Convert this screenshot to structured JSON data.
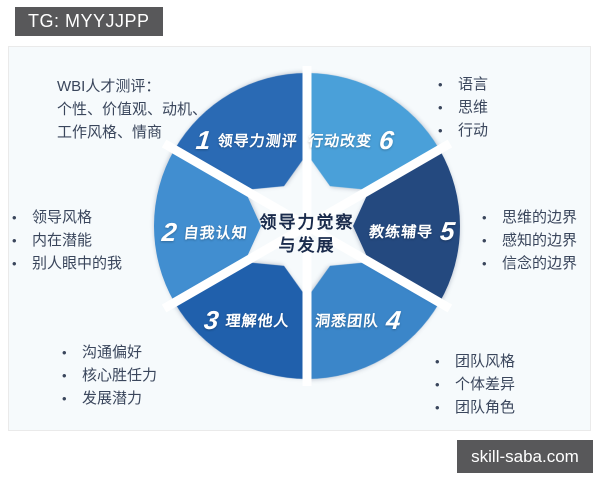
{
  "banner": {
    "text": "TG: MYYJJPP"
  },
  "watermark": {
    "text": "skill-saba.com"
  },
  "colors": {
    "banner_bg": "#58585a",
    "card_bg": "#f6fafc",
    "annotation_text": "#3a465c",
    "center_text": "#1a2b4c"
  },
  "diagram": {
    "center": {
      "line1": "领导力觉察",
      "line2": "与发展"
    },
    "sectors": [
      {
        "num": "1",
        "label": "领导力测评",
        "color": "#2a6ab4"
      },
      {
        "num": "2",
        "label": "自我认知",
        "color": "#418ed0"
      },
      {
        "num": "3",
        "label": "理解他人",
        "color": "#2060ac"
      },
      {
        "num": "4",
        "label": "洞悉团队",
        "color": "#3b86c9"
      },
      {
        "num": "5",
        "label": "教练辅导",
        "color": "#24497f"
      },
      {
        "num": "6",
        "label": "行动改变",
        "color": "#4aa0d9"
      }
    ],
    "annotations": {
      "top_left": {
        "lines": [
          "WBI人才测评：",
          "个性、价值观、动机、",
          "工作风格、情商"
        ]
      },
      "left": {
        "items": [
          "领导风格",
          "内在潜能",
          "别人眼中的我"
        ]
      },
      "bottom_left": {
        "items": [
          "沟通偏好",
          "核心胜任力",
          "发展潜力"
        ]
      },
      "top_right": {
        "items": [
          "语言",
          "思维",
          "行动"
        ]
      },
      "right": {
        "items": [
          "思维的边界",
          "感知的边界",
          "信念的边界"
        ]
      },
      "bottom_right": {
        "items": [
          "团队风格",
          "个体差异",
          "团队角色"
        ]
      }
    }
  }
}
